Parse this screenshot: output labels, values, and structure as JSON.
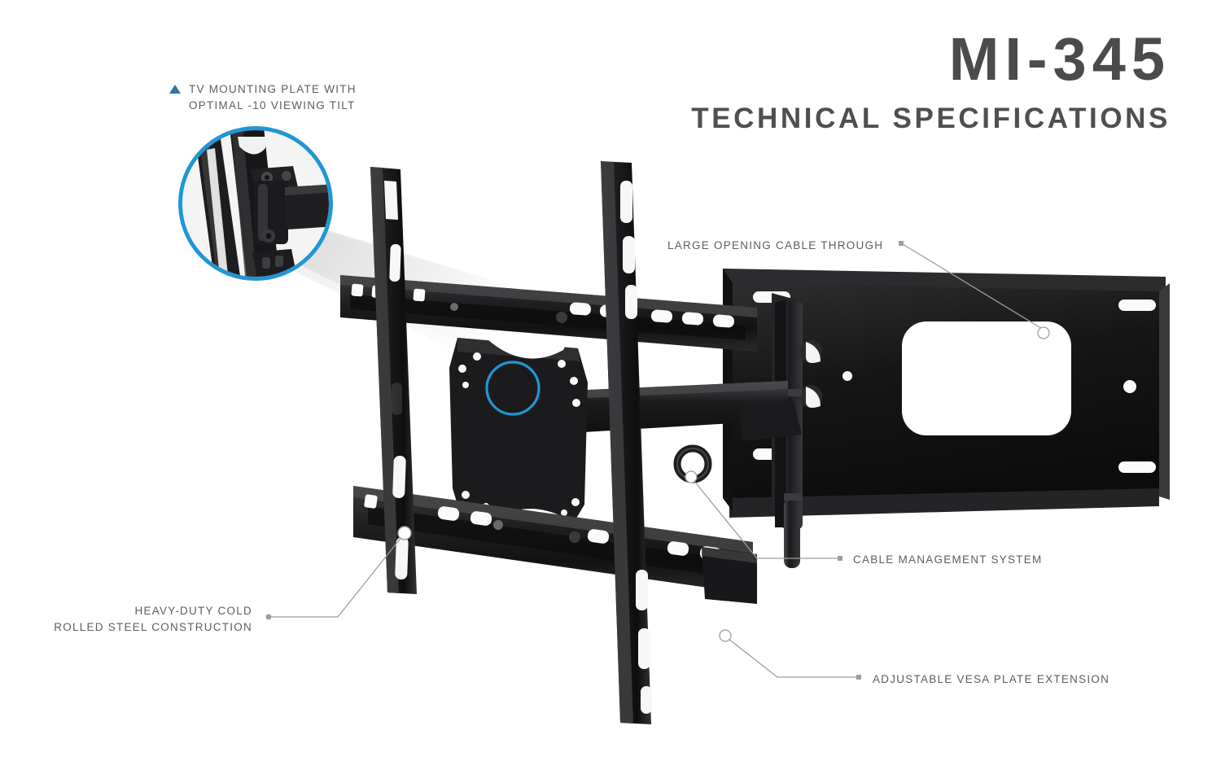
{
  "header": {
    "model_number": "MI-345",
    "spec_title": "TECHNICAL SPECIFICATIONS"
  },
  "callouts": [
    {
      "id": "tv-mounting-plate-tilt",
      "line1": "TV MOUNTING PLATE WITH",
      "line2": "OPTIMAL -10 VIEWING TILT",
      "marker": "triangle-marker"
    },
    {
      "id": "large-opening-cable-through",
      "line1": "LARGE OPENING CABLE THROUGH",
      "line2": ""
    },
    {
      "id": "cable-management-system",
      "line1": "CABLE MANAGEMENT SYSTEM",
      "line2": ""
    },
    {
      "id": "adjustable-vesa-plate-extension",
      "line1": "ADJUSTABLE VESA PLATE EXTENSION",
      "line2": ""
    },
    {
      "id": "heavy-duty-cold-rolled-steel",
      "line1": "HEAVY-DUTY COLD",
      "line2": "ROLLED STEEL CONSTRUCTION"
    }
  ],
  "colors": {
    "accent_blue": "#2196d4",
    "marker_blue": "#2f73a8",
    "title_gray": "#4b4b4b",
    "label_gray": "#5d5d5d",
    "leader_gray": "#9a9a9a",
    "product_black": "#1a1a1a",
    "background": "#ffffff"
  },
  "product": {
    "name": "full-motion-tv-wall-mount",
    "detail_zoom": "tilt-mechanism-closeup",
    "vesa_highlight": "vesa-pattern-circle"
  }
}
